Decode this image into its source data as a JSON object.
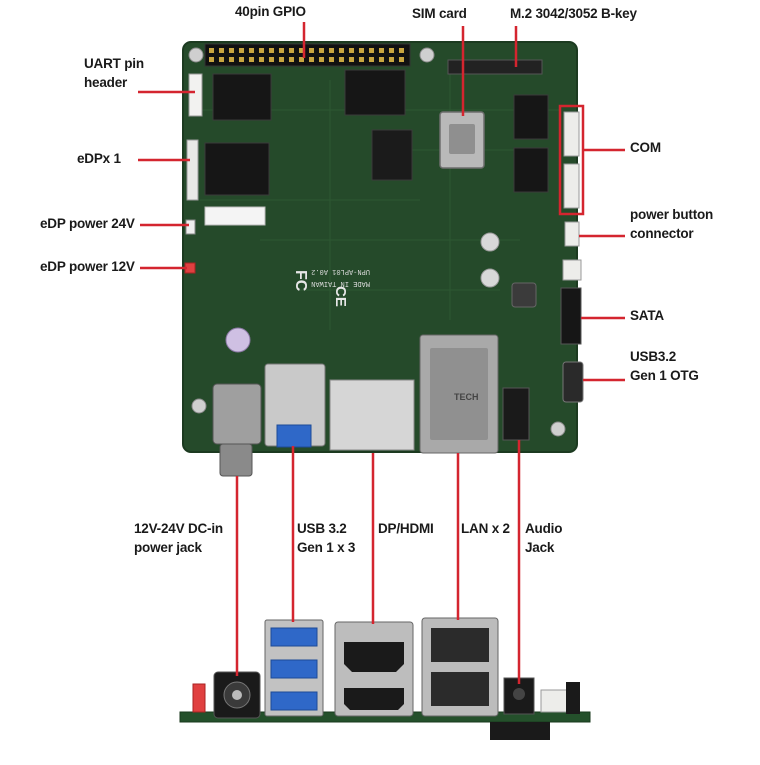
{
  "colors": {
    "callout_line": "#d4252f",
    "pcb": "#254a2a",
    "pcb_edge": "#1c3a20",
    "silver": "#c8c8c8"
  },
  "labels": {
    "gpio": "40pin GPIO",
    "sim": "SIM card",
    "m2": "M.2 3042/3052 B-key",
    "uart_1": "UART pin",
    "uart_2": "header",
    "edp": "eDPx 1",
    "edp24": "eDP power 24V",
    "edp12": "eDP power 12V",
    "com": "COM",
    "power_button_1": "power button",
    "power_button_2": "connector",
    "sata": "SATA",
    "otg_1": "USB3.2",
    "otg_2": "Gen 1 OTG",
    "dc_in_1": "12V-24V DC-in",
    "dc_in_2": "power jack",
    "usb_1": "USB 3.2",
    "usb_2": "Gen 1 x 3",
    "dp_hdmi": "DP/HDMI",
    "lan": "LAN x 2",
    "audio_1": "Audio",
    "audio_2": "Jack"
  },
  "board_print": {
    "fcc": "FC",
    "ce": "CE",
    "model": "UPN-APL01 A0.2",
    "made_in": "MADE IN TAIWAN",
    "lan_brand": "TECH"
  },
  "icons": [
    "fcc-logo",
    "ce-mark",
    "usb-port-icon",
    "sim-slot-icon"
  ]
}
